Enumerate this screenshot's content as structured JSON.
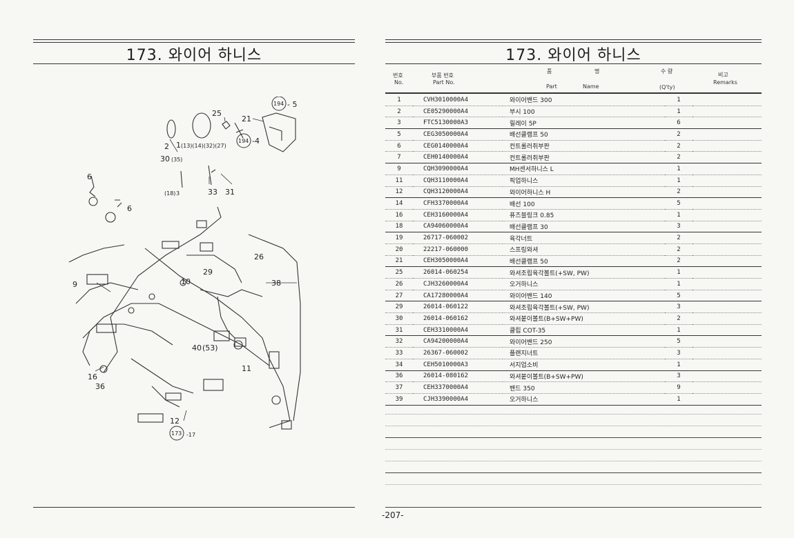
{
  "left_page": {
    "title": "173. 와이어 하니스",
    "callouts": {
      "c25": "25",
      "c21": "21",
      "c194a": "194",
      "c5": "- 5",
      "c194b": "194",
      "c4": "-4",
      "c2": "2",
      "c1": "1",
      "c1extra": "(13)(14)(32)(27)",
      "c30": "30",
      "c35": "(35)",
      "c18": "(18)",
      "c3": "3",
      "c33": "33",
      "c31": "31",
      "c6a": "6",
      "c6b": "6",
      "c26": "26",
      "c29": "29",
      "c9": "9",
      "c10": "10",
      "c38": "38",
      "c40": "40",
      "c53": "(53)",
      "c11": "11",
      "c16": "16",
      "c36": "36",
      "c12": "12",
      "c173": "173",
      "c17": "-17"
    }
  },
  "right_page": {
    "title": "173. 와이어 하니스",
    "header": {
      "no_ko": "번호",
      "no_en": "No.",
      "pn_ko": "부품 번호",
      "pn_en": "Part  No.",
      "name_ko_1": "품",
      "name_ko_2": "명",
      "name_en_1": "Part",
      "name_en_2": "Name",
      "qty_ko": "수  량",
      "qty_en": "(Q'ty)",
      "rem_ko": "비고",
      "rem_en": "Remarks"
    },
    "rows": [
      {
        "no": "1",
        "pn": "CVH3010000A4",
        "name": "와이어밴드 300",
        "qty": "1"
      },
      {
        "no": "2",
        "pn": "CE05290000A4",
        "name": "부시 100",
        "qty": "1"
      },
      {
        "no": "3",
        "pn": "FTC5130000A3",
        "name": "릴레이 5P",
        "qty": "6"
      },
      {
        "no": "5",
        "pn": "CEG3050000A4",
        "name": "배선클램프 50",
        "qty": "2"
      },
      {
        "no": "6",
        "pn": "CEG0140000A4",
        "name": "컨트롤러취부판",
        "qty": "2"
      },
      {
        "no": "7",
        "pn": "CEH0140000A4",
        "name": "컨트롤러취부판",
        "qty": "2"
      },
      {
        "no": "9",
        "pn": "CQH3090000A4",
        "name": "MH센서하니스 L",
        "qty": "1"
      },
      {
        "no": "11",
        "pn": "CQH3110000A4",
        "name": "픽업하니스",
        "qty": "1"
      },
      {
        "no": "12",
        "pn": "CQH3120000A4",
        "name": "와이어하니스 H",
        "qty": "2"
      },
      {
        "no": "14",
        "pn": "CFH3370000A4",
        "name": "배선 100",
        "qty": "5"
      },
      {
        "no": "16",
        "pn": "CEH3160000A4",
        "name": "퓨즈블링크 0.85",
        "qty": "1"
      },
      {
        "no": "18",
        "pn": "CA94060000A4",
        "name": "배선클램프 30",
        "qty": "3"
      },
      {
        "no": "19",
        "pn": "26717-060002",
        "name": "육각너트",
        "qty": "2"
      },
      {
        "no": "20",
        "pn": "22217-060000",
        "name": "스프링와셔",
        "qty": "2"
      },
      {
        "no": "21",
        "pn": "CEH3050000A4",
        "name": "배선클램프 50",
        "qty": "2"
      },
      {
        "no": "25",
        "pn": "26014-060254",
        "name": "와셔조립육각볼트(+SW, PW)",
        "qty": "1"
      },
      {
        "no": "26",
        "pn": "CJH3260000A4",
        "name": "오거하니스",
        "qty": "1"
      },
      {
        "no": "27",
        "pn": "CA17280000A4",
        "name": "와이어밴드 140",
        "qty": "5"
      },
      {
        "no": "29",
        "pn": "26014-060122",
        "name": "와셔조립육각볼트(+SW, PW)",
        "qty": "3"
      },
      {
        "no": "30",
        "pn": "26014-060162",
        "name": "와셔붙이볼트(B+SW+PW)",
        "qty": "2"
      },
      {
        "no": "31",
        "pn": "CEH3310000A4",
        "name": "클립 COT-35",
        "qty": "1"
      },
      {
        "no": "32",
        "pn": "CA94200000A4",
        "name": "와이어밴드 250",
        "qty": "5"
      },
      {
        "no": "33",
        "pn": "26367-060002",
        "name": "플랜지너트",
        "qty": "3"
      },
      {
        "no": "34",
        "pn": "CEH5010000A3",
        "name": "서지업소비",
        "qty": "1"
      },
      {
        "no": "36",
        "pn": "26014-080162",
        "name": "와셔붙이볼트(B+SW+PW)",
        "qty": "3"
      },
      {
        "no": "37",
        "pn": "CEH3370000A4",
        "name": "밴드 350",
        "qty": "9"
      },
      {
        "no": "39",
        "pn": "CJH3390000A4",
        "name": "오거하니스",
        "qty": "1"
      }
    ],
    "page_number": "-207-"
  }
}
